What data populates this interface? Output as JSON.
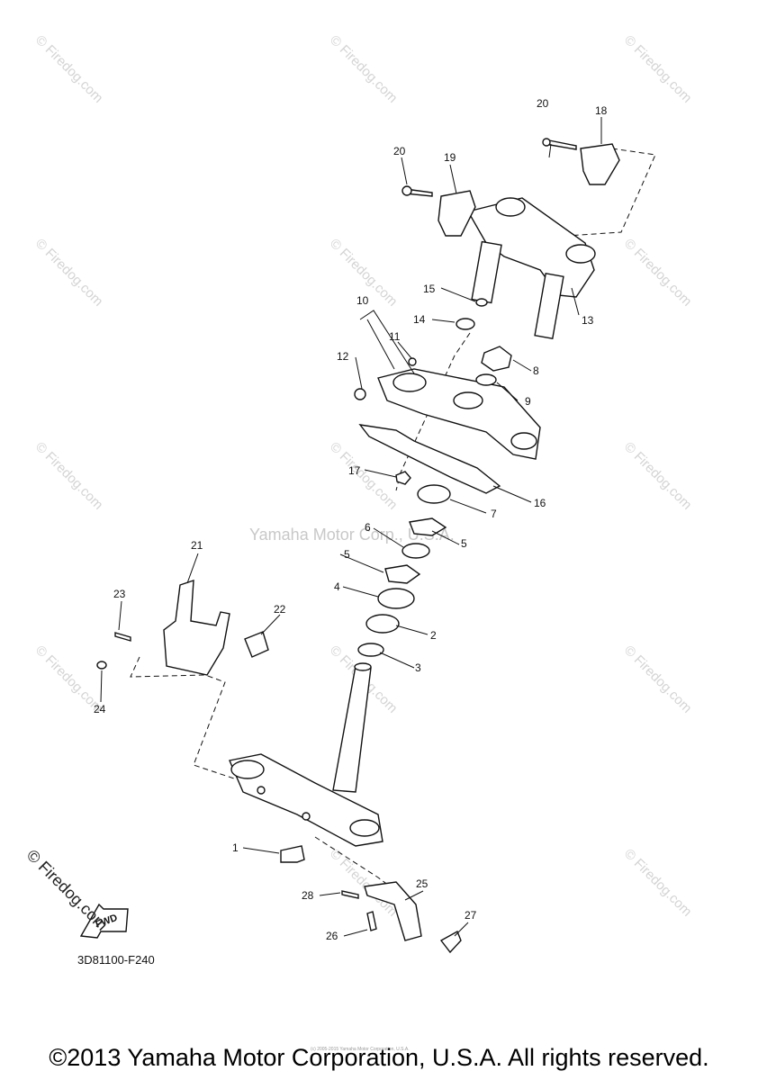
{
  "watermark": {
    "text": "© Firedog.com",
    "center_text": "Yamaha Motor Corp., U.S.A."
  },
  "diagram_code": "3D81100-F240",
  "fwd_label": "FWD",
  "copyright": "©2013 Yamaha Motor Corporation, U.S.A. All rights reserved.",
  "tiny_notice": "(c) 2005-2015 Yamaha Motor Corporation, U.S.A.",
  "callouts": [
    "1",
    "2",
    "3",
    "4",
    "5",
    "5",
    "6",
    "7",
    "8",
    "9",
    "10",
    "11",
    "12",
    "13",
    "14",
    "15",
    "16",
    "17",
    "18",
    "19",
    "20",
    "20",
    "21",
    "22",
    "23",
    "24",
    "25",
    "26",
    "27",
    "28"
  ]
}
